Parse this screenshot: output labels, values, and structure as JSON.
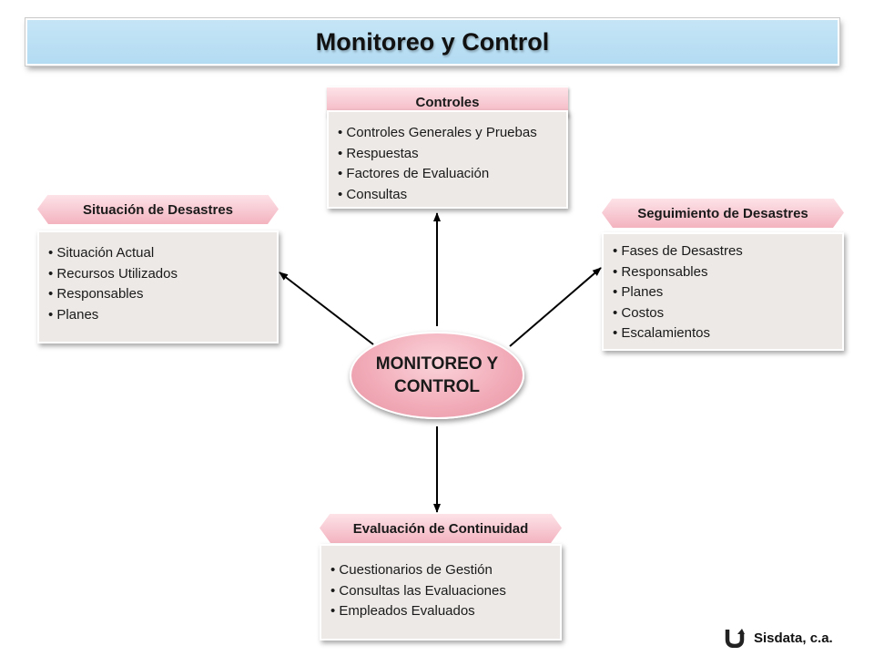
{
  "title": "Monitoreo y Control",
  "center": "MONITOREO Y CONTROL",
  "boxes": {
    "controles": {
      "header": "Controles",
      "items": [
        "Controles Generales y Pruebas",
        "Respuestas",
        "Factores de Evaluación",
        "Consultas"
      ]
    },
    "situacion": {
      "header": "Situación de Desastres",
      "items": [
        "Situación Actual",
        "Recursos Utilizados",
        "Responsables",
        "Planes"
      ]
    },
    "seguimiento": {
      "header": "Seguimiento de Desastres",
      "items": [
        "Fases de Desastres",
        "Responsables",
        "Planes",
        "Costos",
        "Escalamientos"
      ]
    },
    "evaluacion": {
      "header": "Evaluación de Continuidad",
      "items": [
        "Cuestionarios de Gestión",
        "Consultas las Evaluaciones",
        "Empleados Evaluados"
      ]
    }
  },
  "footer": {
    "logo_icon": "u-arrow-icon",
    "company": "Sisdata, c.a."
  },
  "colors": {
    "title_bg": "#b9def3",
    "header_pink": "#f3b3bf",
    "body_gray": "#ece9e6",
    "ellipse_pink": "#f1aab7"
  }
}
